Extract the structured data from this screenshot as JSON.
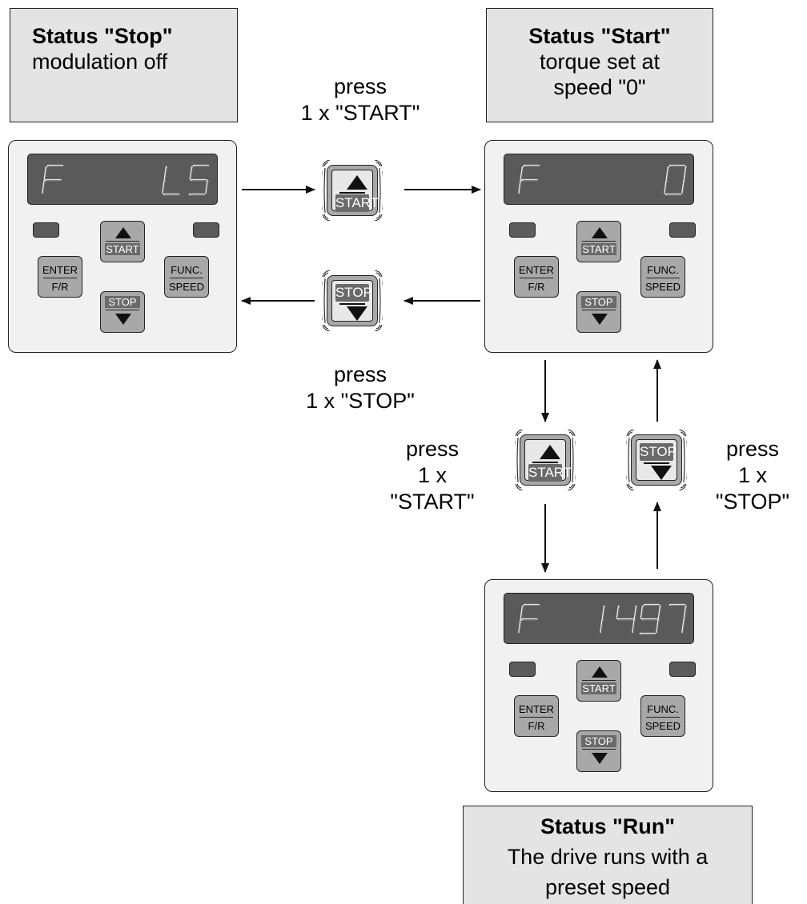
{
  "status_stop": {
    "title": "Status \"Stop\"",
    "desc": "modulation off"
  },
  "status_start": {
    "title": "Status \"Start\"",
    "desc1": "torque set at",
    "desc2": "speed \"0\""
  },
  "status_run": {
    "title": "Status \"Run\"",
    "desc1": "The drive runs with a",
    "desc2": "preset speed"
  },
  "labels": {
    "press_start_top": {
      "l1": "press",
      "l2": "1 x \"START\""
    },
    "press_stop_mid": {
      "l1": "press",
      "l2": "1 x \"STOP\""
    },
    "press_start_left": {
      "l1": "press",
      "l2": "1 x",
      "l3": "\"START\""
    },
    "press_stop_right": {
      "l1": "press",
      "l2": "1 x",
      "l3": "\"STOP\""
    }
  },
  "keys": {
    "start": "START",
    "stop": "STOP",
    "enter": "ENTER",
    "fr": "F/R",
    "func": "FUNC.",
    "speed": "SPEED"
  },
  "displays": {
    "stop_panel": "F    LS",
    "start_panel": "F      0",
    "run_panel": "F  1497"
  },
  "colors": {
    "box_fill": "#e4e4e4",
    "panel_fill": "#f1f1f1",
    "display_fill": "#5a5a5a",
    "key_fill": "#a8a8a8"
  }
}
